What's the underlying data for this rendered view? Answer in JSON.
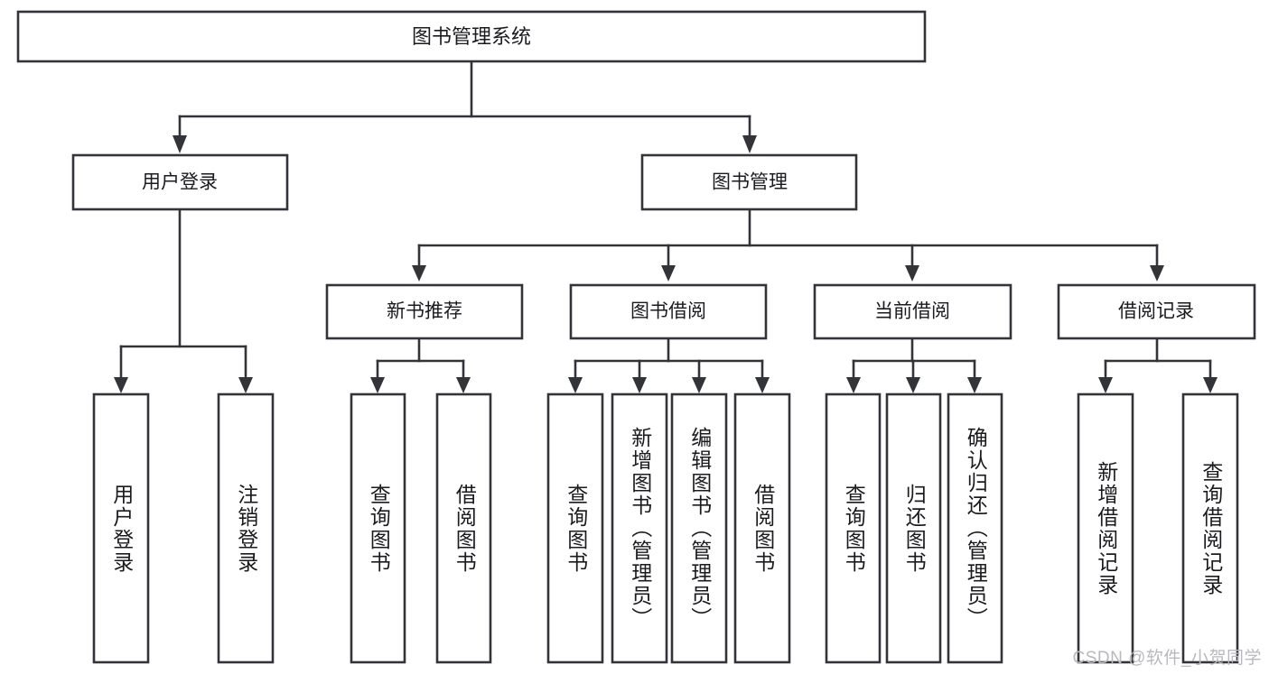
{
  "diagram": {
    "title_node": {
      "label": "图书管理系统"
    },
    "level1": [
      {
        "id": "user-login",
        "label": "用户登录"
      },
      {
        "id": "book-management",
        "label": "图书管理"
      }
    ],
    "level2": [
      {
        "id": "new-book-recommend",
        "label": "新书推荐"
      },
      {
        "id": "book-borrow",
        "label": "图书借阅"
      },
      {
        "id": "current-borrow",
        "label": "当前借阅"
      },
      {
        "id": "borrow-record",
        "label": "借阅记录"
      }
    ],
    "leaves": {
      "user_login": [
        {
          "id": "leaf-user-login",
          "label": "用户登录"
        },
        {
          "id": "leaf-user-logout",
          "label": "注销登录"
        }
      ],
      "new_book_recommend": [
        {
          "id": "leaf-query-book-1",
          "label": "查询图书"
        },
        {
          "id": "leaf-borrow-book-1",
          "label": "借阅图书"
        }
      ],
      "book_borrow": [
        {
          "id": "leaf-query-book-2",
          "label": "查询图书"
        },
        {
          "id": "leaf-add-book",
          "label": "新增图书（管理员）"
        },
        {
          "id": "leaf-edit-book",
          "label": "编辑图书（管理员）"
        },
        {
          "id": "leaf-borrow-book-2",
          "label": "借阅图书"
        }
      ],
      "current_borrow": [
        {
          "id": "leaf-query-book-3",
          "label": "查询图书"
        },
        {
          "id": "leaf-return-book",
          "label": "归还图书"
        },
        {
          "id": "leaf-confirm-return",
          "label": "确认归还（管理员）"
        }
      ],
      "borrow_record": [
        {
          "id": "leaf-add-record",
          "label": "新增借阅记录"
        },
        {
          "id": "leaf-query-record",
          "label": "查询借阅记录"
        }
      ]
    },
    "watermark": "CSDN @软件_小贺同学",
    "colors": {
      "stroke": "#33333a",
      "box_fill": "#ffffff",
      "text": "#1b1b1f",
      "watermark": "#b9b9bd",
      "background": "#ffffff"
    }
  }
}
